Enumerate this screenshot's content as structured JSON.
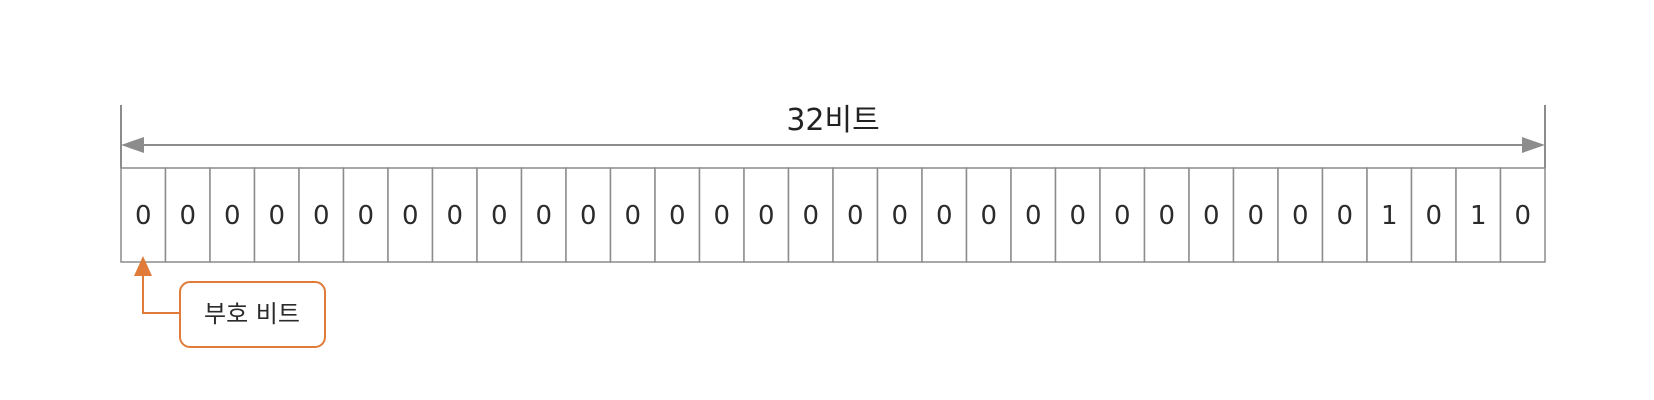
{
  "width_label": "32비트",
  "bits": [
    0,
    0,
    0,
    0,
    0,
    0,
    0,
    0,
    0,
    0,
    0,
    0,
    0,
    0,
    0,
    0,
    0,
    0,
    0,
    0,
    0,
    0,
    0,
    0,
    0,
    0,
    0,
    0,
    1,
    0,
    1,
    0
  ],
  "callout": {
    "label": "부호 비트",
    "target_bit": 0
  },
  "colors": {
    "cell_border": "#8c8c8c",
    "dimension_line": "#8c8c8c",
    "callout_accent": "#e07b39",
    "text": "#2b2b2b"
  }
}
